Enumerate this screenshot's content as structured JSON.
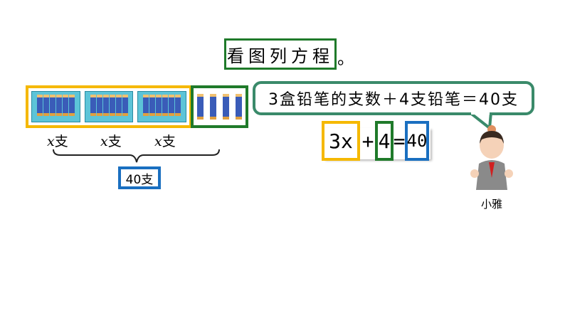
{
  "title": "看图列方程",
  "title_punct": "。",
  "labels": {
    "x1": "x",
    "unit": "支"
  },
  "total_label": "40支",
  "bubble_text": "3盒铅笔的支数＋4支铅笔＝40支",
  "equation": {
    "term1": "3x",
    "plus": "+",
    "term2": "4",
    "equals": "=",
    "result": "40"
  },
  "character_name": "小雅",
  "colors": {
    "yellow": "#f5b800",
    "green": "#1f7a2a",
    "blue": "#1a6fc0",
    "bubble": "#3a8a6a"
  }
}
